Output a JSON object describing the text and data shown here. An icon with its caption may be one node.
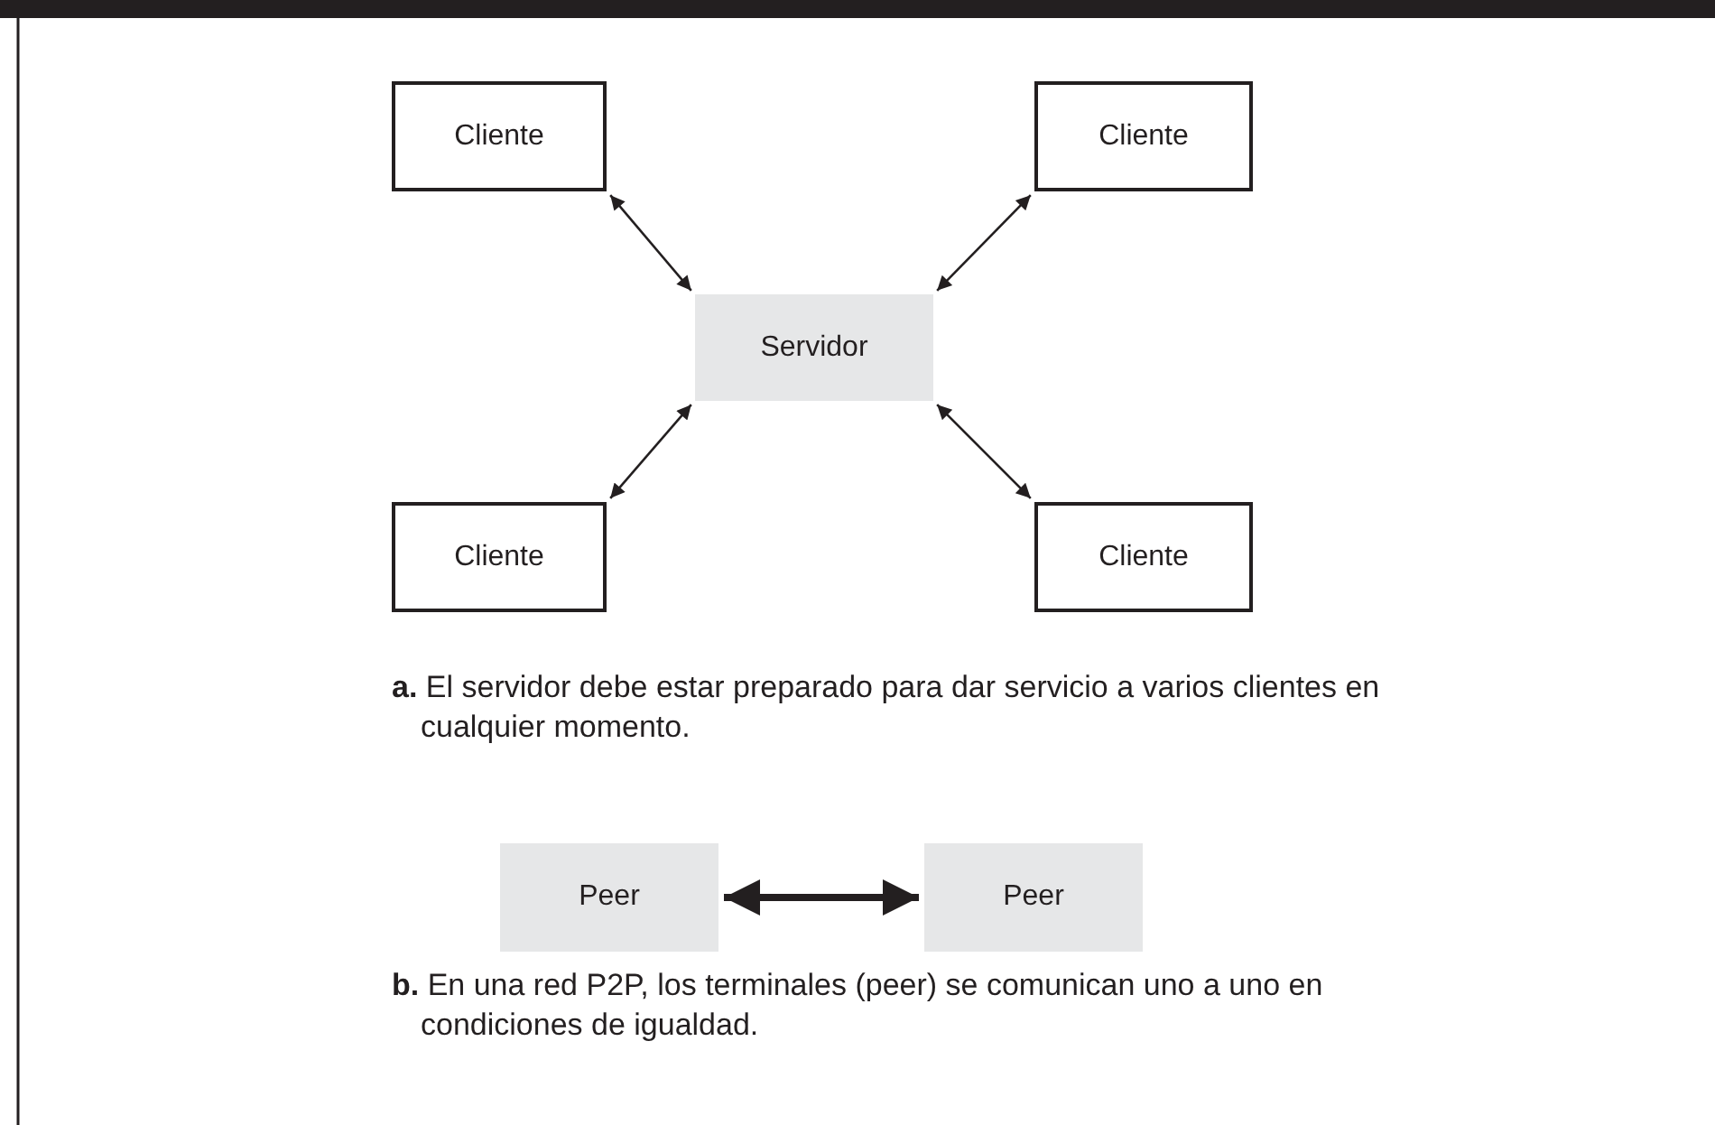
{
  "diagram": {
    "nodes": [
      {
        "text": [
          "Cliente"
        ]
      },
      {
        "text": [
          "Cliente"
        ]
      },
      {
        "text": [
          "Servidor"
        ]
      },
      {
        "text": [
          "Cliente"
        ]
      },
      {
        "text": [
          "Cliente"
        ]
      },
      {
        "text": [
          "Peer"
        ]
      },
      {
        "text": [
          "Peer"
        ]
      }
    ],
    "edges": [
      {
        "from": 2,
        "to": 0,
        "arrow": "both"
      },
      {
        "from": 2,
        "to": 1,
        "arrow": "both"
      },
      {
        "from": 2,
        "to": 3,
        "arrow": "both"
      },
      {
        "from": 2,
        "to": 4,
        "arrow": "both"
      },
      {
        "from": 5,
        "to": 6,
        "arrow": "both",
        "style": "thick"
      }
    ],
    "labels": [
      "**a.** El servidor debe estar preparado para dar servicio a varios clientes en cualquier momento.",
      "**b.** En una red P2P, los terminales (peer) se comunican uno a uno en condiciones de igualdad."
    ]
  }
}
